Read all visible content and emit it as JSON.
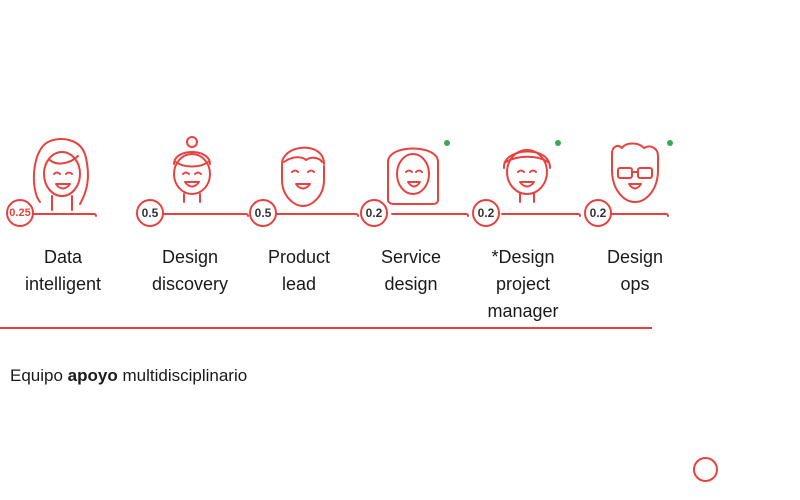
{
  "accent_color": "#e8423f",
  "status_color": "#3aa657",
  "roles": [
    {
      "value": "0.25",
      "label": "Data\nintelligent",
      "icon": "woman-long-hair-icon",
      "available": false
    },
    {
      "value": "0.5",
      "label": "Design\ndiscovery",
      "icon": "woman-bun-icon",
      "available": false
    },
    {
      "value": "0.5",
      "label": "Product\nlead",
      "icon": "bearded-man-icon",
      "available": false
    },
    {
      "value": "0.2",
      "label": "Service\ndesign",
      "icon": "woman-hijab-icon",
      "available": true
    },
    {
      "value": "0.2",
      "label": "*Design\nproject\nmanager",
      "icon": "person-short-hair-icon",
      "available": true
    },
    {
      "value": "0.2",
      "label": "Design\nops",
      "icon": "man-glasses-icon",
      "available": true
    }
  ],
  "caption": {
    "prefix": "Equipo",
    "bold": "apoyo",
    "suffix": "multidisciplinario"
  }
}
